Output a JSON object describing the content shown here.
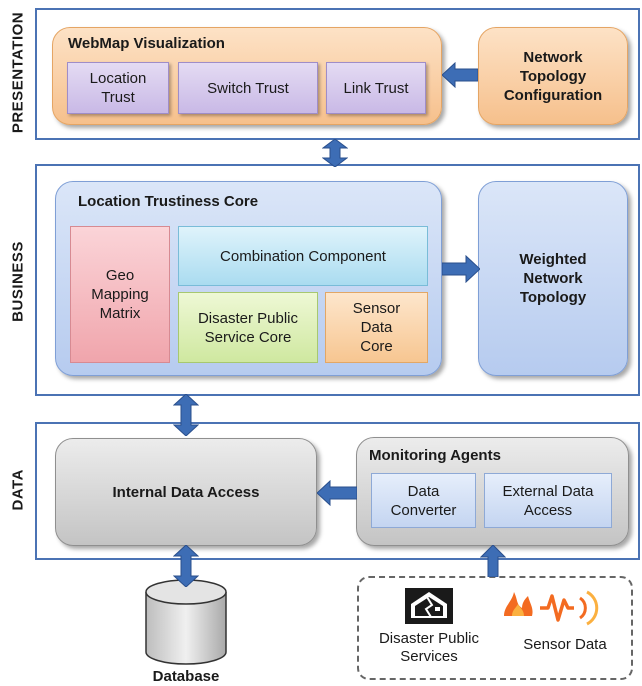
{
  "presentation": {
    "label": "PRESENTATION",
    "webmap": {
      "title": "WebMap Visualization",
      "items": [
        "Location Trust",
        "Switch Trust",
        "Link Trust"
      ]
    },
    "network_topology": "Network Topology Configuration"
  },
  "business": {
    "label": "BUSINESS",
    "core": {
      "title": "Location Trustiness Core",
      "geo_mapping": "Geo Mapping Matrix",
      "combination": "Combination Component",
      "disaster_core": "Disaster Public Service Core",
      "sensor_core": "Sensor Data Core"
    },
    "weighted_topology": "Weighted Network Topology"
  },
  "data": {
    "label": "DATA",
    "internal_access": "Internal Data Access",
    "monitoring": {
      "title": "Monitoring Agents",
      "data_converter": "Data Converter",
      "external_access": "External Data Access"
    }
  },
  "database": "Database",
  "sources": {
    "disaster": "Disaster Public Services",
    "sensor": "Sensor Data"
  },
  "colors": {
    "layer_border": "#4b73b4",
    "arrow": "#3d6db5"
  }
}
